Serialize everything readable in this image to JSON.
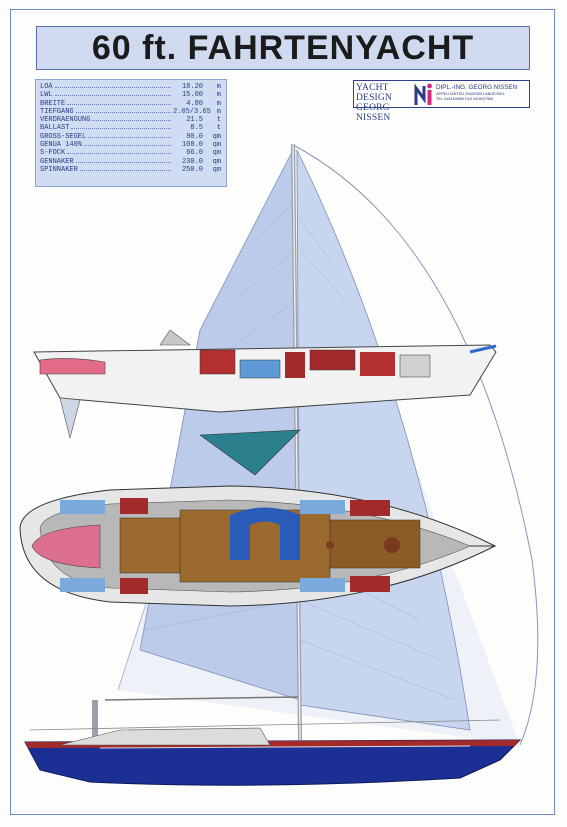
{
  "title": "60 ft. FAHRTENYACHT",
  "specifications": [
    {
      "label": "LOA",
      "value": "18.20",
      "unit": "m"
    },
    {
      "label": "LWL",
      "value": "15.00",
      "unit": "m"
    },
    {
      "label": "BREITE",
      "value": "4.80",
      "unit": "m"
    },
    {
      "label": "TIEFGANG",
      "value": "2.05/3.65",
      "unit": "m"
    },
    {
      "label": "VERDRAENGUNG",
      "value": "21.5",
      "unit": "t"
    },
    {
      "label": "BALLAST",
      "value": "8.5",
      "unit": "t"
    },
    {
      "label": "GROSS-SEGEL",
      "value": "90.0",
      "unit": "qm"
    },
    {
      "label": "GENUA 140%",
      "value": "108.0",
      "unit": "qm"
    },
    {
      "label": "S-FOCK",
      "value": "66.0",
      "unit": "qm"
    },
    {
      "label": "GENNAKER",
      "value": "230.0",
      "unit": "qm"
    },
    {
      "label": "SPINNAKER",
      "value": "250.0",
      "unit": "qm"
    }
  ],
  "designer": {
    "logo_line1": "YACHT DESIGN",
    "logo_line2": "GEORG NISSEN",
    "name": "DIPL.-ING. GEORG NISSEN",
    "address": "APPELGARTEN 23469384 LABOE/KIEL",
    "phone": "TEL 04343/8889 FAX 04343/7565"
  },
  "colors": {
    "hull": "#1b2f95",
    "sail": "#c9d6ef",
    "interior_red": "#a22a2a",
    "interior_wood": "#9a6a2e",
    "cushion_blue": "#7aa9dc"
  }
}
